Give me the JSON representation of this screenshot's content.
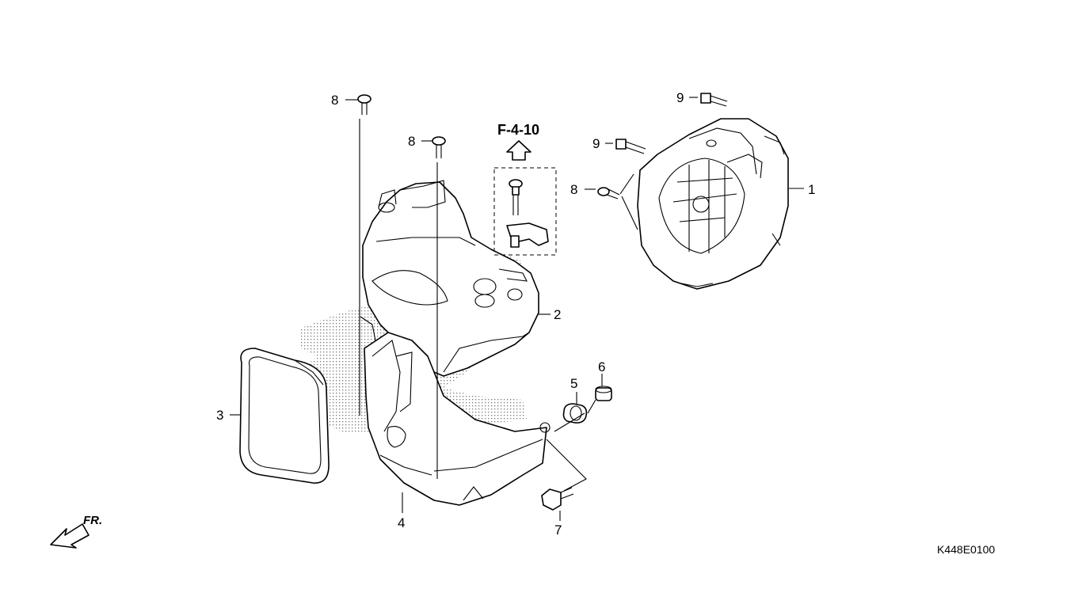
{
  "diagram": {
    "reference_label": "F-4-10",
    "drawing_code": "K448E0100",
    "front_indicator": "FR.",
    "callouts": {
      "c1": "1",
      "c2": "2",
      "c3": "3",
      "c4": "4",
      "c5": "5",
      "c6": "6",
      "c7": "7",
      "c8a": "8",
      "c8b": "8",
      "c8c": "8",
      "c9a": "9",
      "c9b": "9"
    }
  }
}
